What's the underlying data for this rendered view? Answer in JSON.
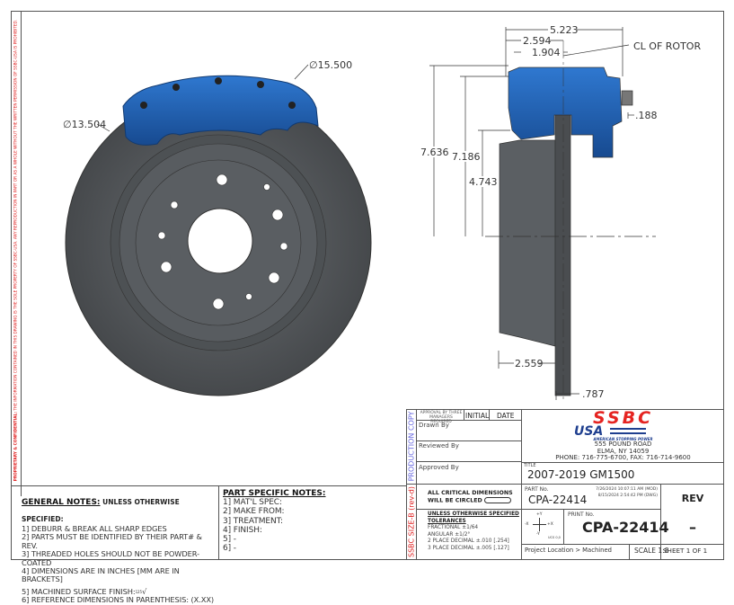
{
  "confidential": {
    "lead": "PROPRIETARY & CONFIDENTIAL:",
    "text": " THE INFORMATION CONTAINED IN THIS DRAWING IS THE SOLE PROPERTY OF SSBC-USA. ANY REPRODUCTION IN PART OR AS A WHOLE WITHOUT THE WRITTEN PERMISSION OF SSBC-USA IS PROHIBITED."
  },
  "front_view": {
    "dia_caliper": "∅15.500",
    "dia_rotor": "∅13.504"
  },
  "side_view": {
    "d_5223": "5.223",
    "d_2594": "2.594",
    "d_1904": "1.904",
    "cl": "CL OF ROTOR",
    "d_188": ".188",
    "d_7636": "7.636",
    "d_7186": "7.186",
    "d_4743": "4.743",
    "d_2559": "2.559",
    "d_787": ".787"
  },
  "general_notes": {
    "title": "GENERAL NOTES:",
    "subtitle": " UNLESS OTHERWISE SPECIFIED:",
    "items": [
      "1] DEBURR & BREAK ALL SHARP EDGES",
      "2] PARTS MUST BE IDENTIFIED BY THEIR PART# & REV.",
      "3] THREADED HOLES SHOULD NOT BE POWDER-COATED",
      "4] DIMENSIONS ARE IN INCHES [MM ARE IN BRACKETS]",
      "5] MACHINED SURFACE FINISH:",
      "6] REFERENCE DIMENSIONS IN PARENTHESIS: (X.XX)"
    ],
    "finish_value": "125"
  },
  "part_notes": {
    "title": "PART SPECIFIC NOTES:",
    "items": [
      "1] MAT'L SPEC:",
      "2] MAKE FROM:",
      "3] TREATMENT:",
      "4] FINISH:",
      "5] -",
      "6] -"
    ]
  },
  "title_block": {
    "production_copy": "PRODUCTION COPY",
    "size": "SSBC SIZE-B (rev-d)",
    "approval_note": "APPROVAL BY THREE MANAGERS REQUIRED",
    "initial": "INITIAL",
    "date": "DATE",
    "drawn_by": "Drawn By",
    "reviewed_by": "Reviewed By",
    "approved_by": "Approved By",
    "logo_top": "SSBC",
    "logo_mid": "USA",
    "logo_tag": "AMERICAN STOPPING POWER",
    "address1": "555 POUND ROAD",
    "address2": "ELMA, NY 14059",
    "phone": "PHONE: 716-775-6700, FAX: 716-714-9600",
    "title_label": "TITLE",
    "title": "2007-2019 GM1500",
    "critical": "ALL CRITICAL DIMENSIONS",
    "critical2": "WILL BE CIRCLED",
    "part_label": "PART No.",
    "part_no": "CPA-22414",
    "mod_date": "7/26/2024 10:07:11 AM (MOD)",
    "dwg_date": "8/15/2024 2:54:42 PM (DWG)",
    "rev_label": "REV",
    "rev": "–",
    "tol_title": "UNLESS OTHERWISE SPECIFIED",
    "tol_title2": "TOLERANCES",
    "tol": [
      "FRACTIONAL ±1/64",
      "ANGULAR ±1/2°",
      "2 PLACE DECIMAL  ±.010 [.254]",
      "3 PLACE DECIMAL  ±.005 [.127]"
    ],
    "axes": {
      "py": "+Y",
      "nx": "-X",
      "px": "+X",
      "ny": "-Y",
      "ucs": "UCS 0,0"
    },
    "print_label": "PRINT No.",
    "print_no": "CPA-22414",
    "project": "Project Location > Machined",
    "scale": "SCALE 1:8",
    "sheet": "SHEET 1 OF 1"
  },
  "colors": {
    "caliper": "#1f5fb0",
    "rotor": "#555a5e",
    "brand_red": "#e52421",
    "brand_blue": "#1f3f8f",
    "warning": "#e02020",
    "production": "#6a6ae0"
  }
}
